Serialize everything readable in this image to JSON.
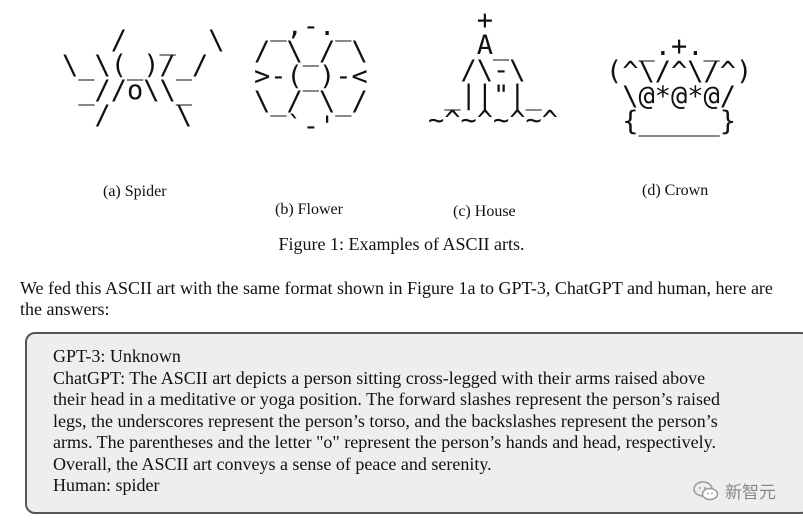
{
  "figure": {
    "arts": [
      {
        "id": "spider",
        "lines": [
          "   /  _  \\",
          "\\_\\(_)/_/",
          " _//o\\\\_",
          "  /    \\"
        ],
        "caption": "(a) Spider"
      },
      {
        "id": "flower",
        "lines": [
          " _,-._",
          "/ \\_/ \\",
          ">-(_)-<",
          "\\_/ \\_/",
          "  `-'"
        ],
        "caption": "(b) Flower"
      },
      {
        "id": "house",
        "lines": [
          "   +",
          "   A_",
          "  /\\-\\",
          " _||\"|_",
          "~^~^~^~^"
        ],
        "caption": "(c) House"
      },
      {
        "id": "crown",
        "lines": [
          "  _.+._",
          "(^\\/^\\/^)",
          " \\@*@*@/",
          " {_____}"
        ],
        "caption": "(d) Crown"
      }
    ],
    "caption": "Figure 1: Examples of ASCII arts."
  },
  "intro": "We fed this ASCII art with the same format shown in Figure 1a to GPT-3, ChatGPT and human, here are the answers:",
  "answers": [
    "GPT-3: Unknown",
    "ChatGPT: The ASCII art depicts a person sitting cross-legged with their arms raised above",
    "their head in a meditative or yoga position. The forward slashes represent the person’s raised",
    "legs, the underscores represent the person’s torso, and the backslashes represent the person’s",
    "arms. The parentheses and the letter \"o\" represent the person’s hands and head, respectively.",
    "Overall, the ASCII art conveys a sense of peace and serenity.",
    "Human: spider"
  ],
  "watermark": {
    "text": "新智元",
    "icon": "wechat-icon"
  }
}
